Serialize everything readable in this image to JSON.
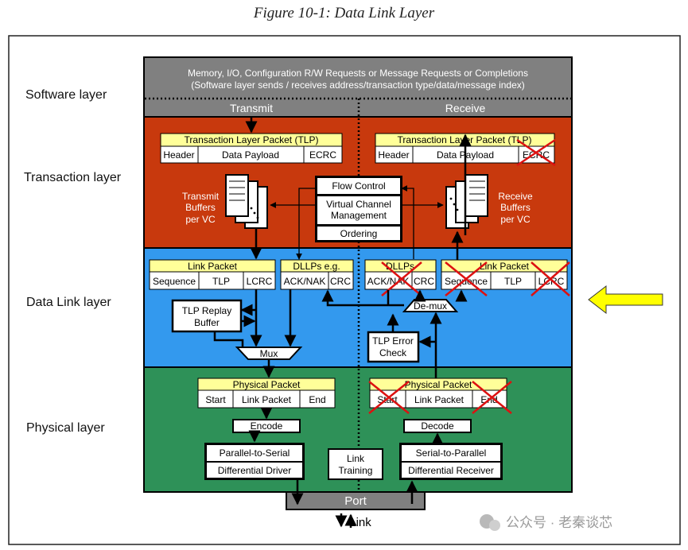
{
  "caption": "Figure 10-1: Data Link Layer",
  "layers": {
    "software": "Software layer",
    "transaction": "Transaction layer",
    "datalink": "Data Link layer",
    "physical": "Physical layer"
  },
  "software": {
    "line1": "Memory, I/O, Configuration R/W Requests or Message Requests or Completions",
    "line2": "(Software layer sends / receives address/transaction type/data/message index)"
  },
  "direction": {
    "transmit": "Transmit",
    "receive": "Receive"
  },
  "tlp": {
    "title": "Transaction Layer Packet (TLP)",
    "header": "Header",
    "payload": "Data Payload",
    "ecrc": "ECRC"
  },
  "buffers": {
    "tx": [
      "Transmit",
      "Buffers",
      "per VC"
    ],
    "rx": [
      "Receive",
      "Buffers",
      "per VC"
    ]
  },
  "flow": {
    "flow_control": "Flow Control",
    "vcm1": "Virtual Channel",
    "vcm2": "Management",
    "ordering": "Ordering"
  },
  "link_packet": {
    "title": "Link Packet",
    "sequence": "Sequence",
    "tlp": "TLP",
    "lcrc": "LCRC"
  },
  "dllp_tx": {
    "title": "DLLPs e.g.",
    "acknak": "ACK/NAK",
    "crc": "CRC"
  },
  "dllp_rx": {
    "title": "DLLPs",
    "acknak": "ACK/NAK",
    "crc": "CRC"
  },
  "replay": {
    "line1": "TLP Replay",
    "line2": "Buffer"
  },
  "mux": "Mux",
  "demux": "De-mux",
  "error_check": {
    "line1": "TLP Error",
    "line2": "Check"
  },
  "physical_packet": {
    "title": "Physical Packet",
    "start": "Start",
    "link_packet": "Link Packet",
    "end": "End"
  },
  "encode": "Encode",
  "decode": "Decode",
  "p2s": {
    "line1": "Parallel-to-Serial",
    "line2": "Differential Driver"
  },
  "s2p": {
    "line1": "Serial-to-Parallel",
    "line2": "Differential Receiver"
  },
  "link_training": {
    "line1": "Link",
    "line2": "Training"
  },
  "port": "Port",
  "link": "Link",
  "watermark": "公众号 · 老秦谈芯",
  "colors": {
    "software": "#808080",
    "transaction": "#c8390d",
    "datalink": "#3399ee",
    "physical": "#2e9158",
    "label_yellow": "#ffff99",
    "arrow_yellow": "#ffff00",
    "cross_red": "#dd1111"
  }
}
